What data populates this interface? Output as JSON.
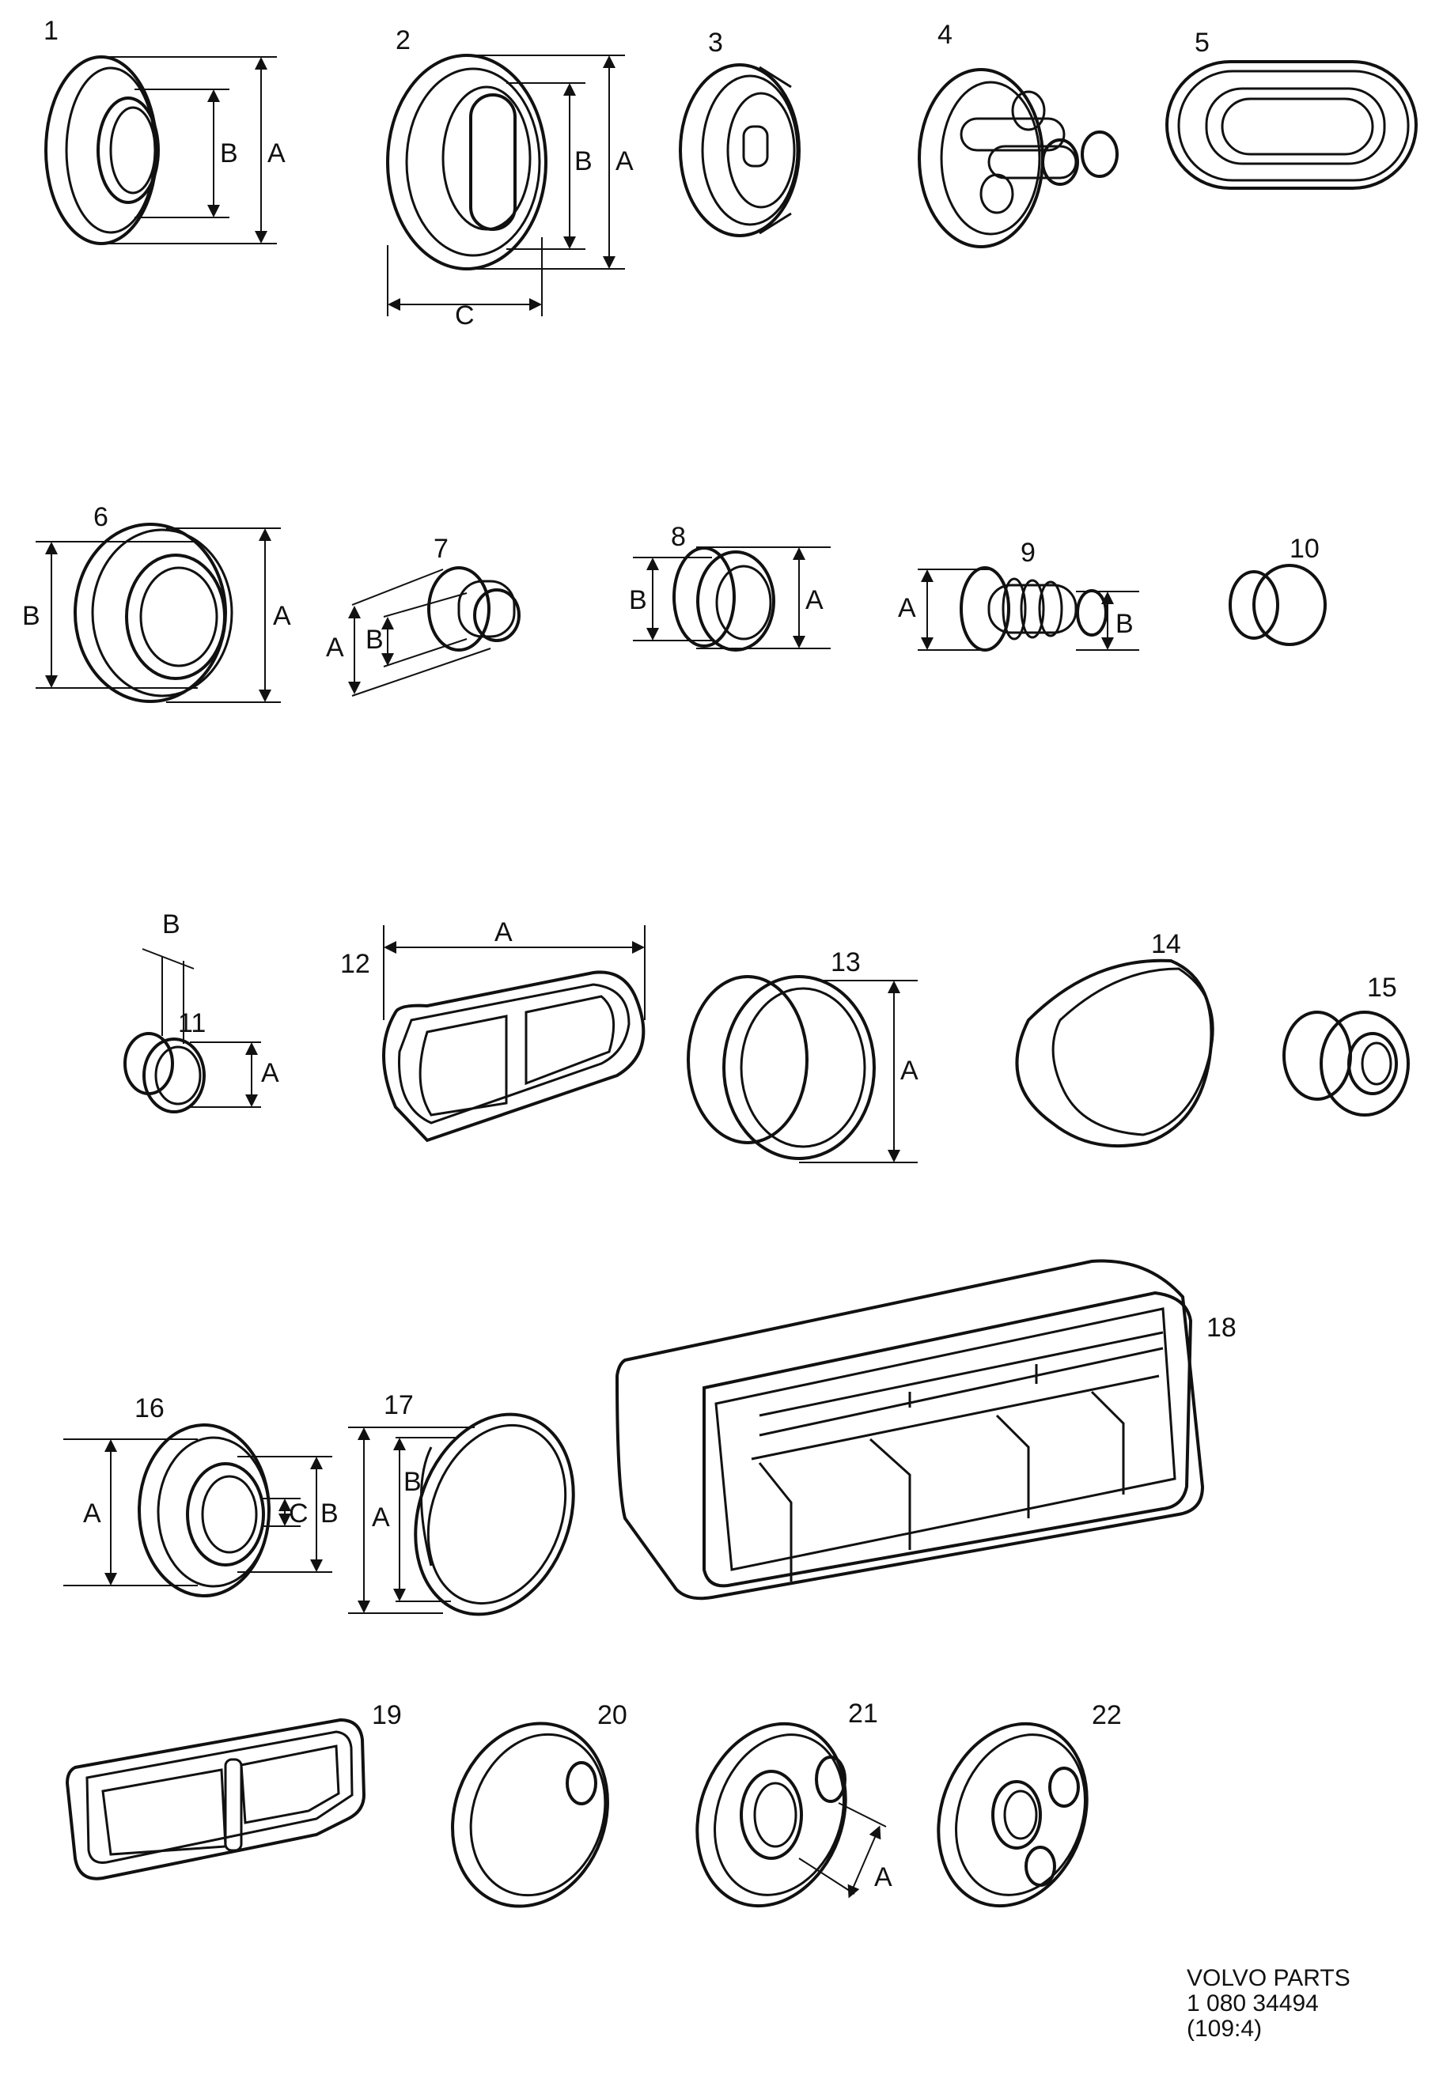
{
  "parts": [
    {
      "id": "1",
      "dims": [
        "A",
        "B"
      ]
    },
    {
      "id": "2",
      "dims": [
        "A",
        "B",
        "C"
      ]
    },
    {
      "id": "3",
      "dims": []
    },
    {
      "id": "4",
      "dims": []
    },
    {
      "id": "5",
      "dims": []
    },
    {
      "id": "6",
      "dims": [
        "A",
        "B"
      ]
    },
    {
      "id": "7",
      "dims": [
        "A",
        "B"
      ]
    },
    {
      "id": "8",
      "dims": [
        "A",
        "B"
      ]
    },
    {
      "id": "9",
      "dims": [
        "A",
        "B"
      ]
    },
    {
      "id": "10",
      "dims": []
    },
    {
      "id": "11",
      "dims": [
        "A",
        "B"
      ]
    },
    {
      "id": "12",
      "dims": [
        "A"
      ]
    },
    {
      "id": "13",
      "dims": [
        "A"
      ]
    },
    {
      "id": "14",
      "dims": []
    },
    {
      "id": "15",
      "dims": []
    },
    {
      "id": "16",
      "dims": [
        "A",
        "B",
        "C"
      ]
    },
    {
      "id": "17",
      "dims": [
        "A",
        "B"
      ]
    },
    {
      "id": "18",
      "dims": []
    },
    {
      "id": "19",
      "dims": []
    },
    {
      "id": "20",
      "dims": []
    },
    {
      "id": "21",
      "dims": [
        "A"
      ]
    },
    {
      "id": "22",
      "dims": []
    }
  ],
  "footer": {
    "brand": "VOLVO PARTS",
    "number": "1 080 34494",
    "ref": "(109:4)"
  }
}
